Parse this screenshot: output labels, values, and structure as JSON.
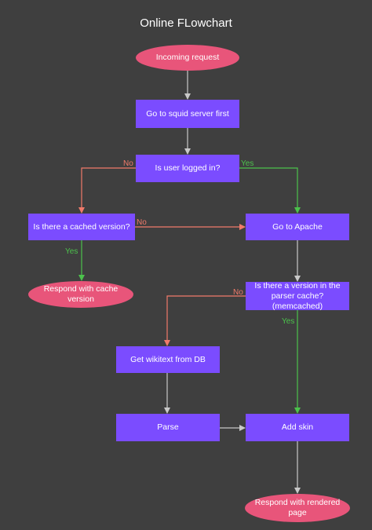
{
  "title": "Online FLowchart",
  "colors": {
    "background": "#3f3f3f",
    "process": "#7b4cff",
    "terminal": "#e8557a",
    "arrow_default": "#c8c8c8",
    "arrow_no": "#f07a6a",
    "arrow_yes": "#4cc24c"
  },
  "nodes": {
    "incoming": "Incoming request",
    "squid": "Go to squid server first",
    "logged_in": "Is user logged in?",
    "cached": "Is there a cached version?",
    "apache": "Go to Apache",
    "respond_cache": "Respond with cache version",
    "parser_cache": "Is there a version in the parser cache? (memcached)",
    "wikitext": "Get wikitext from DB",
    "parse": "Parse",
    "skin": "Add skin",
    "respond_rendered": "Respond with rendered page"
  },
  "edge_labels": {
    "logged_no": "No",
    "logged_yes": "Yes",
    "cached_no": "No",
    "cached_yes": "Yes",
    "parser_no": "No",
    "parser_yes": "Yes"
  }
}
